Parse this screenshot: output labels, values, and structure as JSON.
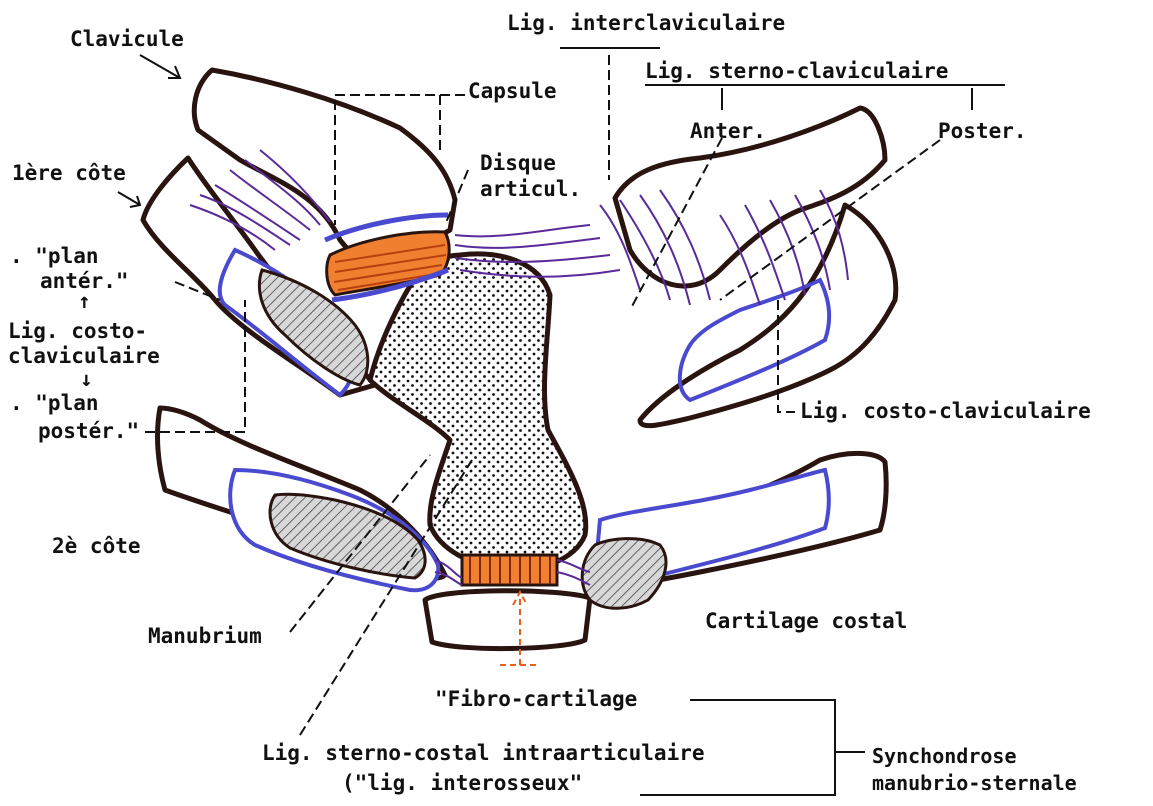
{
  "labels": {
    "clavicule": "Clavicule",
    "lig_interclaviculaire": "Lig. interclaviculaire",
    "capsule": "Capsule",
    "lig_sterno_claviculaire": "Lig. sterno-claviculaire",
    "anter": "Anter.",
    "poster": "Poster.",
    "premiere_cote": "1ère côte",
    "disque_line1": "Disque",
    "disque_line2": "articul.",
    "plan_anter_line1": ". \"plan",
    "plan_anter_line2": "antér.\"",
    "lig_costo_line1": "Lig. costo-",
    "lig_costo_line2": "claviculaire",
    "plan_poster_line1": ". \"plan",
    "plan_poster_line2": "postér.\"",
    "lig_costo_claviculaire_right": "Lig. costo-claviculaire",
    "deuxieme_cote": "2è côte",
    "manubrium": "Manubrium",
    "cartilage_costal": "Cartilage costal",
    "fibro_cartilage": "\"Fibro-cartilage",
    "lig_sterno_costal": "Lig. sterno-costal intraarticulaire",
    "lig_interosseux": "(\"lig. interosseux\"",
    "synchondrose_line1": "Synchondrose",
    "synchondrose_line2": "manubrio-sternale"
  },
  "colors": {
    "outline": "#2a1410",
    "ligament": "#5a2a9a",
    "cartilage": "#4a4ad0",
    "disc": "#e8601a",
    "text": "#111111"
  }
}
